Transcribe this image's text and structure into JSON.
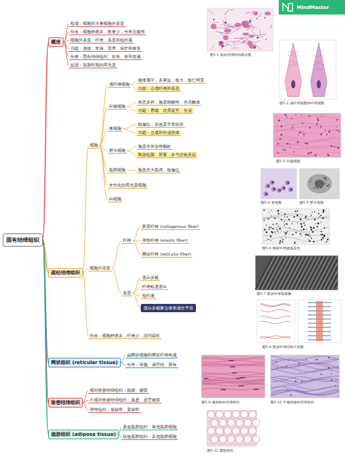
{
  "diagram": {
    "nodes": [
      {
        "text": [
          "固有结缔组织"
        ]
      },
      {
        "text": [
          "概述"
        ]
      },
      {
        "text": [
          "组成：细胞和大量细胞外基质"
        ]
      },
      {
        "text": [
          "特点：细胞种类多，数量少，分布无极性"
        ]
      },
      {
        "text": [
          "细胞外基质：纤维、基质和组织液"
        ]
      },
      {
        "text": [
          "功能：连接、支持、营养、保护和修复"
        ]
      },
      {
        "text": [
          "分类：固有结缔组织、软骨、骨和血液"
        ]
      },
      {
        "text": [
          "起源：胚胎时期的间充质"
        ]
      },
      {
        "text": [
          "疏松结缔组织"
        ]
      },
      {
        "text": [
          "细胞"
        ]
      },
      {
        "text": [
          "成纤维细胞"
        ]
      },
      {
        "text": [
          "胞体扁平，多突起，核大，核仁明显"
        ]
      },
      {
        "text": [
          "功能：合成纤维和基质"
        ]
      },
      {
        "text": [
          "巨噬细胞"
        ]
      },
      {
        "text": [
          "形态多样，胞质嗜酸性，含溶酶体"
        ]
      },
      {
        "text": [
          "功能：吞噬、抗原提呈、分泌"
        ]
      },
      {
        "text": [
          "浆细胞"
        ]
      },
      {
        "text": [
          "核偏位，染色质呈车轮状"
        ]
      },
      {
        "text": [
          "功能：合成和分泌抗体"
        ]
      },
      {
        "text": [
          "肥大细胞"
        ]
      },
      {
        "text": [
          "胞质含异染性颗粒"
        ]
      },
      {
        "text": [
          "释放组胺、肝素，参与过敏反应"
        ]
      },
      {
        "text": [
          "脂肪细胞"
        ]
      },
      {
        "text": [
          "胞质含大脂滴，核偏位"
        ]
      },
      {
        "text": [
          "未分化的间充质细胞"
        ]
      },
      {
        "text": [
          "白细胞"
        ]
      },
      {
        "text": [
          "细胞外基质"
        ]
      },
      {
        "text": [
          "纤维"
        ]
      },
      {
        "text": [
          "胶原纤维 (collagenous fiber)"
        ]
      },
      {
        "text": [
          "弹性纤维 (elastic fiber)"
        ]
      },
      {
        "text": [
          "网状纤维 (reticular fiber)"
        ]
      },
      {
        "text": [
          "基质"
        ]
      },
      {
        "text": [
          "蛋白多糖"
        ]
      },
      {
        "text": [
          "纤维粘连蛋白"
        ]
      },
      {
        "text": [
          "组织液"
        ]
      },
      {
        "text": [
          "蛋白多糖聚合体形成分子筛"
        ]
      },
      {
        "text": [
          "特点：细胞种类多，纤维少，排列疏松"
        ]
      },
      {
        "text": [
          "网状组织 (reticular tissue)"
        ]
      },
      {
        "text": [
          "由网状细胞和网状纤维构成"
        ]
      },
      {
        "text": [
          "分布：骨髓、淋巴结、脾等"
        ]
      },
      {
        "text": [
          "致密结缔组织"
        ]
      },
      {
        "text": [
          "规则致密结缔组织：肌腱、腱膜"
        ]
      },
      {
        "text": [
          "不规则致密结缔组织：真皮、器官被膜"
        ]
      },
      {
        "text": [
          "弹性组织：项韧带、黄韧带"
        ]
      },
      {
        "text": [
          "脂肪组织 (adipose tissue)"
        ]
      },
      {
        "text": [
          "黄色脂肪组织：单泡脂肪细胞"
        ]
      },
      {
        "text": [
          "棕色脂肪组织：多泡脂肪细胞"
        ]
      }
    ],
    "edges": [
      {
        "from": 0,
        "to": 1,
        "arrow": "none"
      },
      {
        "from": 0,
        "to": 8,
        "arrow": "none"
      },
      {
        "from": 0,
        "to": 37,
        "arrow": "none"
      },
      {
        "from": 0,
        "to": 40,
        "arrow": "none"
      },
      {
        "from": 0,
        "to": 44,
        "arrow": "none"
      },
      {
        "from": 1,
        "to": 2,
        "arrow": "none"
      },
      {
        "from": 1,
        "to": 3,
        "arrow": "none"
      },
      {
        "from": 1,
        "to": 4,
        "arrow": "none"
      },
      {
        "from": 1,
        "to": 5,
        "arrow": "none"
      },
      {
        "from": 1,
        "to": 6,
        "arrow": "none"
      },
      {
        "from": 1,
        "to": 7,
        "arrow": "none"
      },
      {
        "from": 8,
        "to": 9,
        "arrow": "none"
      },
      {
        "from": 8,
        "to": 26,
        "arrow": "none"
      },
      {
        "from": 8,
        "to": 36,
        "arrow": "none"
      },
      {
        "from": 9,
        "to": 10,
        "arrow": "none"
      },
      {
        "from": 9,
        "to": 13,
        "arrow": "none"
      },
      {
        "from": 9,
        "to": 16,
        "arrow": "none"
      },
      {
        "from": 9,
        "to": 19,
        "arrow": "none"
      },
      {
        "from": 9,
        "to": 22,
        "arrow": "none"
      },
      {
        "from": 9,
        "to": 24,
        "arrow": "none"
      },
      {
        "from": 9,
        "to": 25,
        "arrow": "none"
      },
      {
        "from": 10,
        "to": 11,
        "arrow": "none"
      },
      {
        "from": 10,
        "to": 12,
        "arrow": "none"
      },
      {
        "from": 13,
        "to": 14,
        "arrow": "none"
      },
      {
        "from": 13,
        "to": 15,
        "arrow": "none"
      },
      {
        "from": 16,
        "to": 17,
        "arrow": "none"
      },
      {
        "from": 16,
        "to": 18,
        "arrow": "none"
      },
      {
        "from": 19,
        "to": 20,
        "arrow": "none"
      },
      {
        "from": 19,
        "to": 21,
        "arrow": "none"
      },
      {
        "from": 22,
        "to": 23,
        "arrow": "none"
      },
      {
        "from": 26,
        "to": 27,
        "arrow": "none"
      },
      {
        "from": 26,
        "to": 31,
        "arrow": "none"
      },
      {
        "from": 27,
        "to": 28,
        "arrow": "none"
      },
      {
        "from": 27,
        "to": 29,
        "arrow": "none"
      },
      {
        "from": 27,
        "to": 30,
        "arrow": "none"
      },
      {
        "from": 31,
        "to": 32,
        "arrow": "none"
      },
      {
        "from": 31,
        "to": 33,
        "arrow": "none"
      },
      {
        "from": 31,
        "to": 34,
        "arrow": "none"
      },
      {
        "from": 31,
        "to": 35,
        "arrow": "none"
      },
      {
        "from": 37,
        "to": 38,
        "arrow": "none"
      },
      {
        "from": 37,
        "to": 39,
        "arrow": "none"
      },
      {
        "from": 40,
        "to": 41,
        "arrow": "none"
      },
      {
        "from": 40,
        "to": 42,
        "arrow": "none"
      },
      {
        "from": 40,
        "to": 43,
        "arrow": "none"
      },
      {
        "from": 44,
        "to": 45,
        "arrow": "none"
      },
      {
        "from": 44,
        "to": 46,
        "arrow": "none"
      }
    ],
    "labels": [
      "MindMaster",
      "图5-1 疏松结缔组织模式图",
      "图5-2 成纤维细胞和纤维细胞",
      "图5-3 巨噬细胞",
      "图5-4 浆细胞",
      "图5-5 肥大细胞",
      "图5-6 网状纤维镀银染色",
      "图5-7 胶原纤维电镜像",
      "图5-8 胶原纤维结构示意图",
      "图5-9 规则致密结缔组织",
      "图5-10 不规则致密结缔组织",
      "图5-11 脂肪组织"
    ]
  }
}
